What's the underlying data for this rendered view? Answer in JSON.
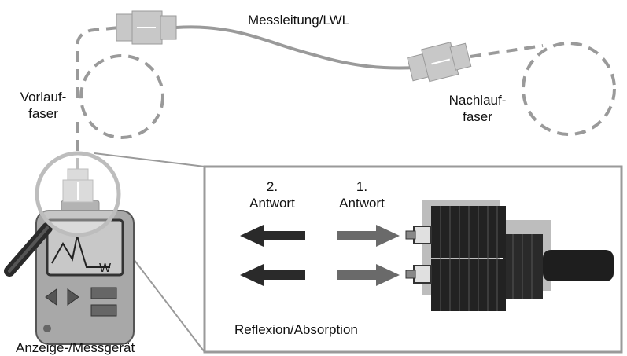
{
  "labels": {
    "cable": "Messleitung/LWL",
    "launch_fiber_line1": "Vorlauf-",
    "launch_fiber_line2": "faser",
    "tail_fiber_line1": "Nachlauf-",
    "tail_fiber_line2": "faser",
    "device": "Anzeige-/Messgerät",
    "second_response_line1": "2.",
    "second_response_line2": "Antwort",
    "first_response_line1": "1.",
    "first_response_line2": "Antwort",
    "reflection": "Reflexion/Absorption"
  },
  "colors": {
    "fiber_dashed": "#9a9a9a",
    "connector": "#c8c8c8",
    "device_body": "#a8a8a8",
    "arrow_dark": "#2a2a2a",
    "arrow_light": "#6a6a6a",
    "connector_block": "#222222"
  }
}
